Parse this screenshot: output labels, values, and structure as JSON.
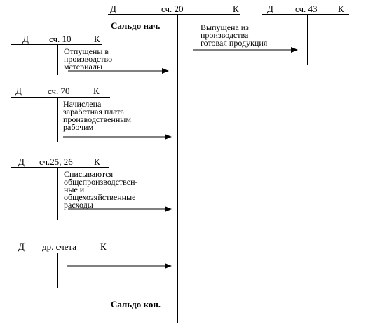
{
  "account20": {
    "debit": "Д",
    "name": "сч. 20",
    "credit": "К",
    "opening_balance": "Сальдо нач.",
    "closing_balance": "Сальдо кон."
  },
  "account43": {
    "debit": "Д",
    "name": "сч. 43",
    "credit": "К",
    "entry": "Выпущена из\nпроизводства\nготовая продукция"
  },
  "account10": {
    "debit": "Д",
    "name": "сч. 10",
    "credit": "К",
    "entry": "Отпущены в\nпроизводство\nматериалы"
  },
  "account70": {
    "debit": "Д",
    "name": "сч. 70",
    "credit": "К",
    "entry": "Начислена\nзаработная плата\nпроизводственным\nрабочим"
  },
  "account25_26": {
    "debit": "Д",
    "name": "сч.25, 26",
    "credit": "К",
    "entry": "Списываются\nобщепроизводствен-\nные и\nобщехозяйственные\nрасходы"
  },
  "other_accounts": {
    "debit": "Д",
    "name": "др. счета",
    "credit": "К"
  }
}
